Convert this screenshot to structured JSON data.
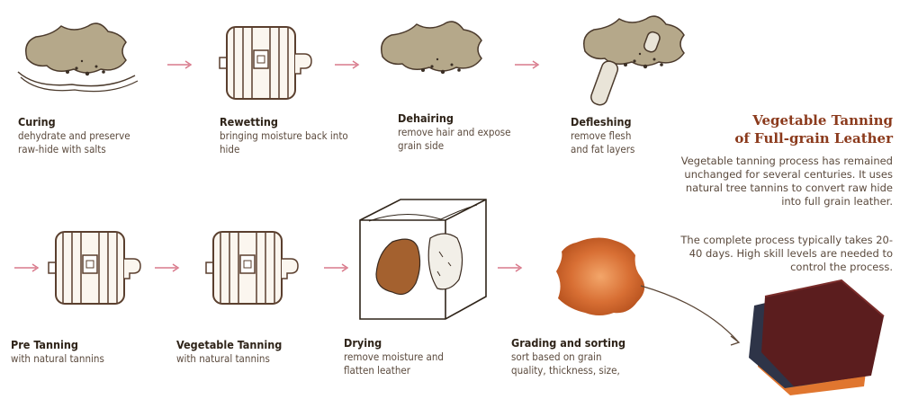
{
  "title": "Vegetable Tanning\nof Full-grain Leather",
  "description_1": "Vegetable tanning process has remained unchanged for several centuries. It uses natural tree tannins to convert raw hide into full grain leather.",
  "description_2": "The complete process typically takes 20-40 days. High skill levels are needed to control the process.",
  "steps": [
    {
      "title": "Curing",
      "desc": "dehydrate and preserve\nraw-hide with salts"
    },
    {
      "title": "Rewetting",
      "desc": "bringing moisture back into\nhide"
    },
    {
      "title": "Dehairing",
      "desc": "remove hair and expose\ngrain side"
    },
    {
      "title": "Defleshing",
      "desc": "remove flesh\nand fat layers"
    },
    {
      "title": "Pre Tanning",
      "desc": "with natural tannins"
    },
    {
      "title": "Vegetable Tanning",
      "desc": "with natural tannins"
    },
    {
      "title": "Drying",
      "desc": "remove moisture and\nflatten leather"
    },
    {
      "title": "Grading and sorting",
      "desc": "sort based on grain\nquality, thickness, size,"
    }
  ],
  "colors": {
    "accent": "#8b3a1c",
    "arrow": "#d97a8c",
    "hide": "#b5a88a",
    "leather": "#d46b2c"
  },
  "icons": [
    "hide-icon",
    "drum-icon",
    "drying-frame-icon",
    "leather-piece-icon",
    "leather-swatch-icon"
  ]
}
